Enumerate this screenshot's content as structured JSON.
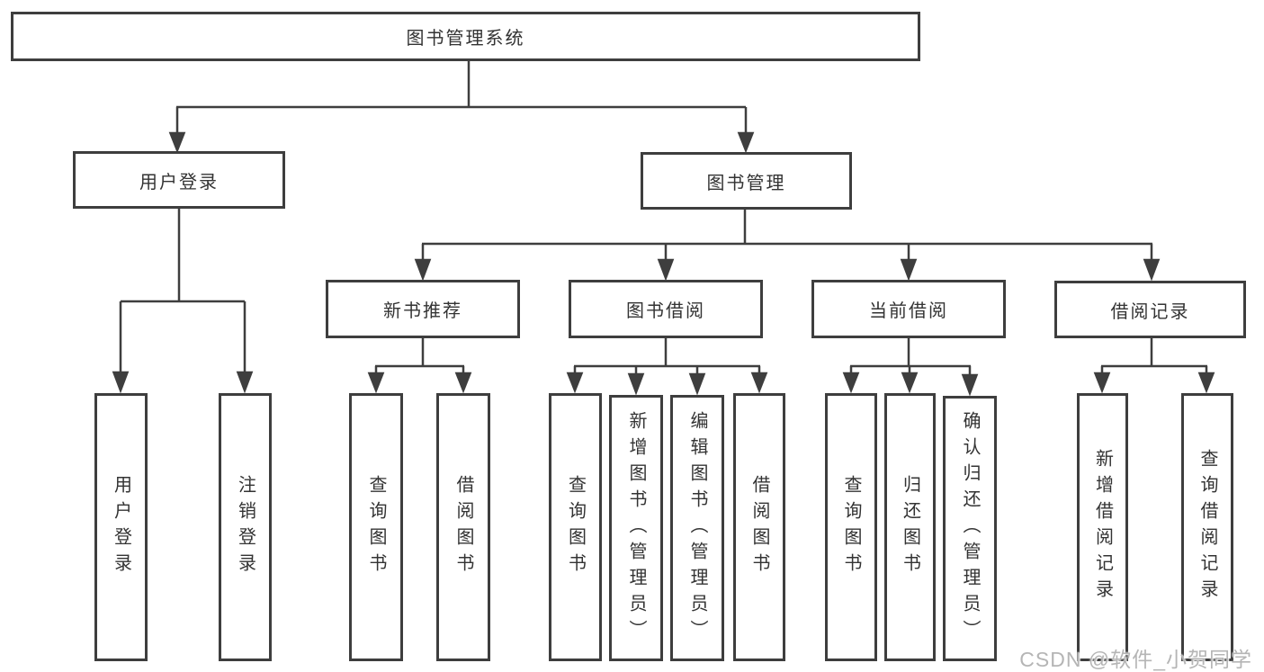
{
  "diagram": {
    "title": "图书管理系统",
    "branches": {
      "user_login": {
        "label": "用户登录",
        "children": [
          "用户登录",
          "注销登录"
        ]
      },
      "book_mgmt": {
        "label": "图书管理",
        "modules": [
          {
            "label": "新书推荐",
            "children": [
              "查询图书",
              "借阅图书"
            ]
          },
          {
            "label": "图书借阅",
            "children": [
              "查询图书",
              "新增图书（管理员）",
              "编辑图书（管理员）",
              "借阅图书"
            ]
          },
          {
            "label": "当前借阅",
            "children": [
              "查询图书",
              "归还图书",
              "确认归还（管理员）"
            ]
          },
          {
            "label": "借阅记录",
            "children": [
              "新增借阅记录",
              "查询借阅记录"
            ]
          }
        ]
      }
    }
  },
  "watermark": {
    "text": "CSDN @软件_小贺同学"
  },
  "colors": {
    "line": "#3e3e3e",
    "box_border": "#3e3e3e",
    "text": "#333333",
    "watermark": "#b5b5b5",
    "background": "#ffffff"
  }
}
